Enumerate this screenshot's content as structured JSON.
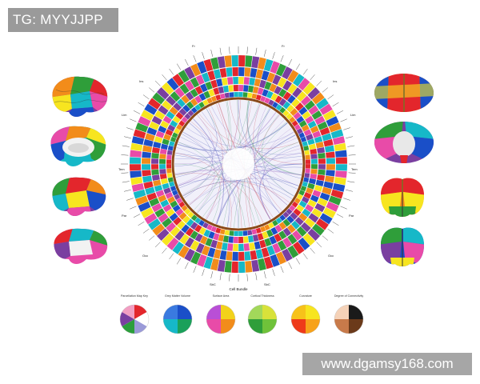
{
  "watermark": {
    "left": "TG: MYYJJPP",
    "right": "www.dgamsy168.com"
  },
  "circos": {
    "region_labels": [
      "Fr",
      "Ins",
      "Lim",
      "Tem",
      "Par",
      "Occ",
      "SbC",
      "SbC",
      "Fr",
      "Ins",
      "Lim",
      "Tem",
      "Par",
      "Occ"
    ],
    "bottom_label": "Cell Bundle"
  },
  "brains_left": [
    {
      "name": "lateral-left"
    },
    {
      "name": "medial-left"
    },
    {
      "name": "lateral-left-2"
    },
    {
      "name": "lateral-left-3"
    }
  ],
  "brains_right": [
    {
      "name": "dorsal"
    },
    {
      "name": "ventral"
    },
    {
      "name": "anterior"
    },
    {
      "name": "posterior"
    }
  ],
  "legend": [
    {
      "title": "Parcellation Map Key",
      "colors": [
        "#e3262c",
        "#ffffff",
        "#9a9ad8",
        "#2b9e3b",
        "#7a3fa0",
        "#f29ec2"
      ]
    },
    {
      "title": "Grey Matter Volume",
      "colors": [
        "#1a4fc8",
        "#1aa05a",
        "#16b8c8",
        "#3a7ae0"
      ]
    },
    {
      "title": "Surface Area",
      "colors": [
        "#f2d21a",
        "#f28c1a",
        "#e84ba8",
        "#b94fd6"
      ]
    },
    {
      "title": "Cortical Thickness",
      "colors": [
        "#d8e23a",
        "#6fc23a",
        "#2f9e3a",
        "#a2d85a"
      ]
    },
    {
      "title": "Curvature",
      "colors": [
        "#f7e51f",
        "#f7a21a",
        "#ee3a1a",
        "#f7c21a"
      ]
    },
    {
      "title": "Degree of Connectivity",
      "colors": [
        "#1a1a1a",
        "#6b3a1a",
        "#c87a4a",
        "#f5d2b8"
      ]
    }
  ],
  "palette": {
    "ring_colors": [
      "#e3262c",
      "#f28c1a",
      "#f7e51f",
      "#2f9e3a",
      "#16b8c8",
      "#1a4fc8",
      "#7a3fa0",
      "#e84ba8"
    ],
    "link_colors": [
      "#7777cc",
      "#cc6677",
      "#66aa88",
      "#aa88cc",
      "#5566bb"
    ]
  }
}
